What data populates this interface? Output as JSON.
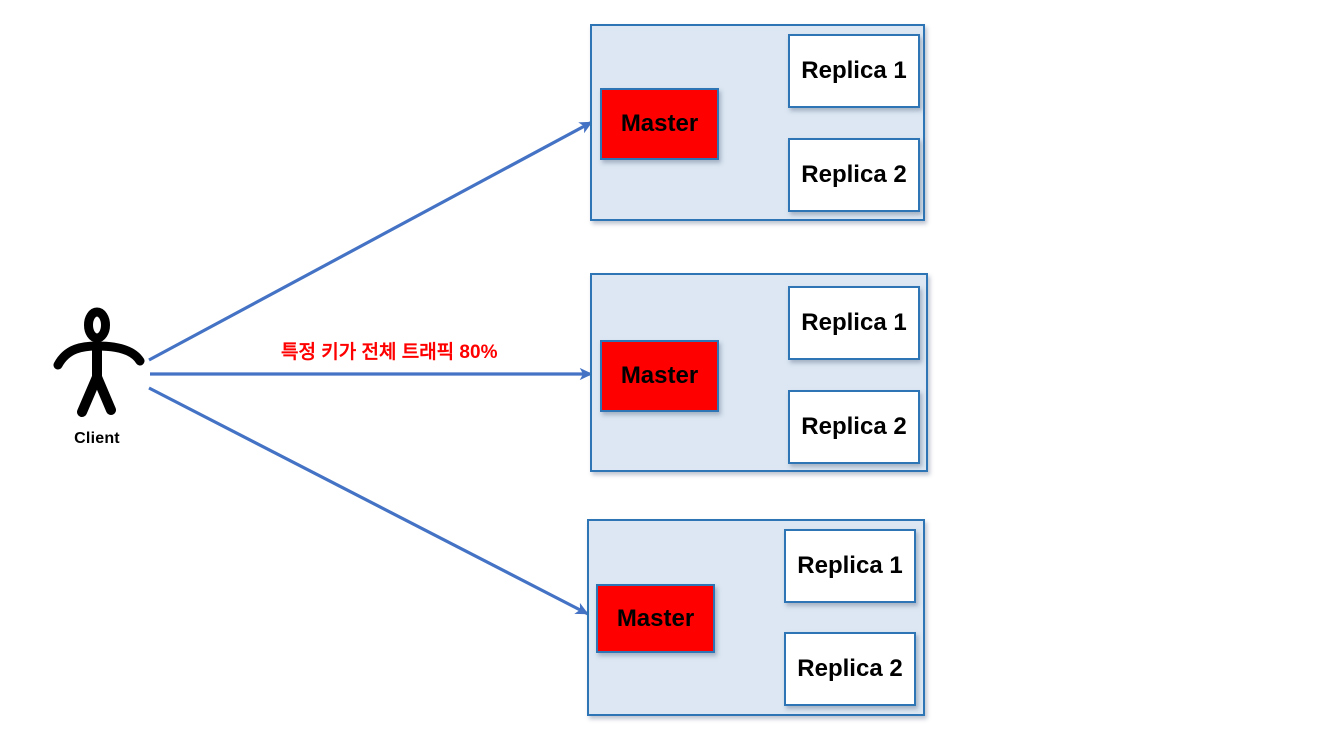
{
  "diagram": {
    "client": {
      "label": "Client"
    },
    "annotation": {
      "text": "특정 키가 전체 트래픽 80%"
    },
    "groups": [
      {
        "master": "Master",
        "replicas": [
          "Replica 1",
          "Replica 2"
        ]
      },
      {
        "master": "Master",
        "replicas": [
          "Replica 1",
          "Replica 2"
        ]
      },
      {
        "master": "Master",
        "replicas": [
          "Replica 1",
          "Replica 2"
        ]
      }
    ],
    "colors": {
      "client_arrow": "#4472C4",
      "replica_arrow": "#F4B183",
      "master_fill": "#FF0000",
      "box_border": "#2E75B6",
      "group_fill": "#DCE7F3",
      "replica_fill": "#FFFFFF",
      "annotation_text": "#FF0000"
    }
  }
}
